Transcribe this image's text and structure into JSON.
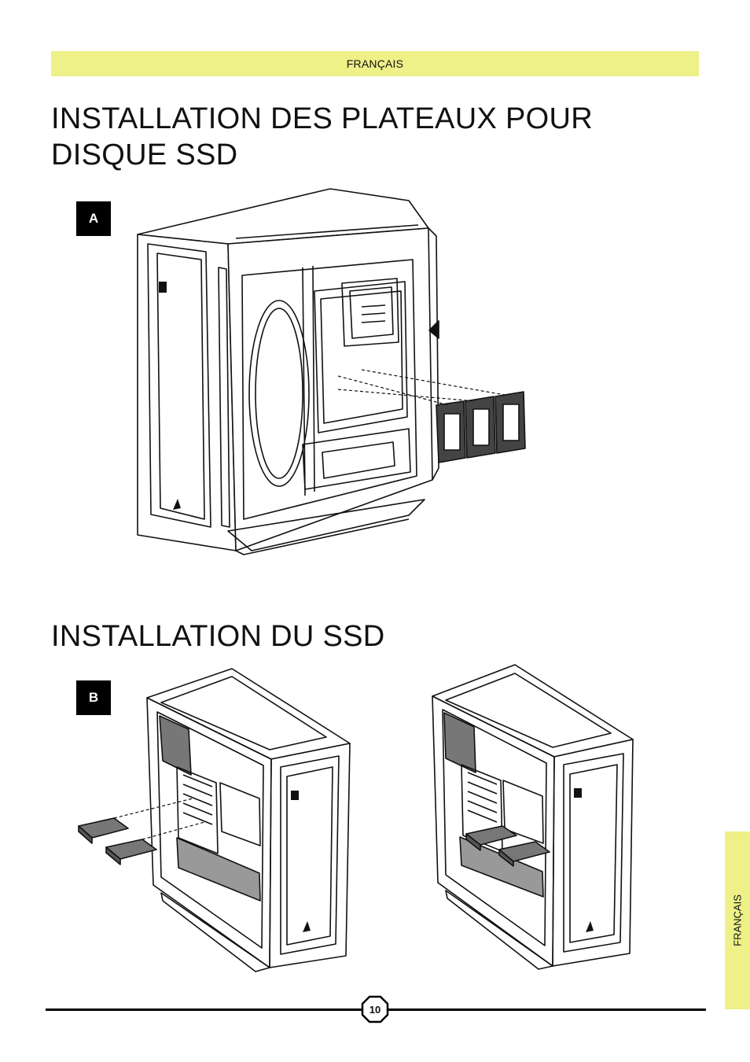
{
  "header": {
    "language": "FRANÇAIS"
  },
  "sections": [
    {
      "title": "INSTALLATION DES PLATEAUX POUR DISQUE SSD",
      "badge": "A"
    },
    {
      "title": "INSTALLATION DU SSD",
      "badge": "B"
    }
  ],
  "side_tab": {
    "language": "FRANÇAIS"
  },
  "footer": {
    "page_number": "10"
  },
  "colors": {
    "accent": "#eef088",
    "ink": "#111111"
  },
  "icons": [
    "corsair-logo-icon"
  ]
}
